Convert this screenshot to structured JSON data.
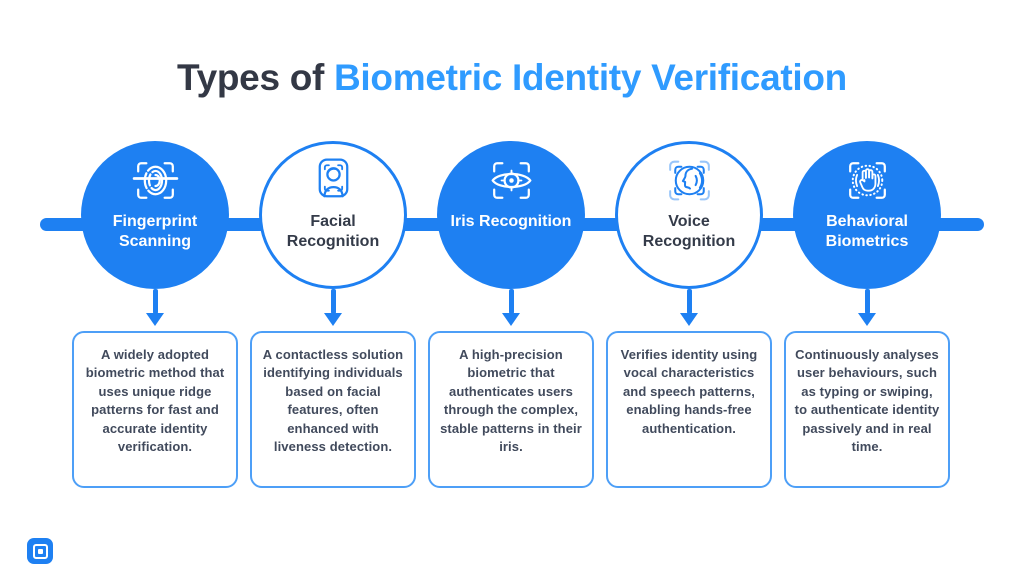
{
  "title": {
    "prefix": "Types of ",
    "highlight": "Biometric Identity Verification"
  },
  "colors": {
    "primary_blue": "#1e80f2",
    "title_highlight_blue": "#2f9bff",
    "dark_title_text": "#333845",
    "circle_label_dark": "#343b49",
    "card_body_text": "#414a5c",
    "card_border_blue": "#4d9ff7",
    "background": "#ffffff"
  },
  "items": [
    {
      "label": "Fingerprint Scanning",
      "icon": "fingerprint-scan-icon",
      "node_style": "filled",
      "description": "A widely adopted biometric method that uses unique ridge patterns for fast and accurate identity verification."
    },
    {
      "label": "Facial Recognition",
      "icon": "face-scan-icon",
      "node_style": "outline",
      "description": "A contactless solution identifying individuals based on facial features, often enhanced with liveness detection."
    },
    {
      "label": "Iris Recognition",
      "icon": "iris-scan-icon",
      "node_style": "filled",
      "description": "A high-precision biometric that authenticates users through the complex, stable patterns in their iris."
    },
    {
      "label": "Voice Recognition",
      "icon": "voice-scan-icon",
      "node_style": "outline",
      "description": "Verifies identity using vocal characteristics and speech patterns, enabling hands-free authentication."
    },
    {
      "label": "Behavioral Biometrics",
      "icon": "hand-scan-icon",
      "node_style": "filled",
      "description": "Continuously analyses user behaviours, such as typing or swiping, to authenticate identity passively and in real time."
    }
  ]
}
